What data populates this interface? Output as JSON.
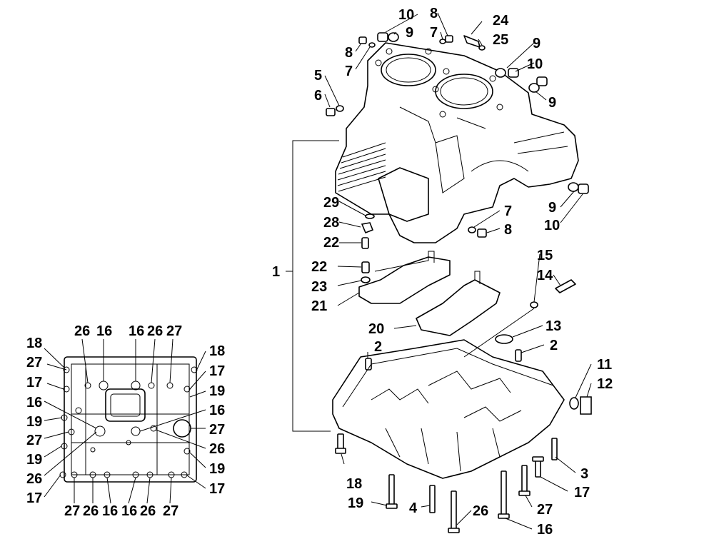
{
  "diagram": {
    "title": "",
    "callouts": [
      "1",
      "2",
      "3",
      "4",
      "5",
      "6",
      "7",
      "8",
      "9",
      "10",
      "11",
      "12",
      "13",
      "14",
      "15",
      "16",
      "17",
      "18",
      "19",
      "20",
      "21",
      "22",
      "23",
      "24",
      "25",
      "26",
      "27",
      "28",
      "29"
    ]
  },
  "labels": {
    "c10a": "10",
    "c9a": "9",
    "c8a": "8",
    "c7a": "7",
    "c24": "24",
    "c25": "25",
    "c8b": "8",
    "c7b": "7",
    "c5": "5",
    "c6": "6",
    "c9b": "9",
    "c10b": "10",
    "c9c": "9",
    "c29": "29",
    "c28": "28",
    "c22a": "22",
    "c7c": "7",
    "c8c": "8",
    "c9d": "9",
    "c10c": "10",
    "c1": "1",
    "c22b": "22",
    "c23": "23",
    "c21": "21",
    "c15": "15",
    "c14": "14",
    "c20": "20",
    "c13": "13",
    "c2a": "2",
    "c2b": "2",
    "c11": "11",
    "c12": "12",
    "c18a": "18",
    "c19a": "19",
    "c4": "4",
    "c26a": "26",
    "c16a": "16",
    "c27a": "27",
    "c17a": "17",
    "c3": "3",
    "i26a": "26",
    "i16a": "16",
    "i16b": "16",
    "i26b": "26",
    "i27a": "27",
    "i18a": "18",
    "i27b": "27",
    "i17a": "17",
    "i16c": "16",
    "i19a": "19",
    "i27c": "27",
    "i19b": "19",
    "i26c": "26",
    "i17b": "17",
    "i18b": "18",
    "i17c": "17",
    "i19c": "19",
    "i16d": "16",
    "i27d": "27",
    "i26d": "26",
    "i19d": "19",
    "i17d": "17",
    "i27e": "27",
    "i26e": "26",
    "i16e": "16",
    "i16f": "16",
    "i26f": "26",
    "i27f": "27"
  }
}
